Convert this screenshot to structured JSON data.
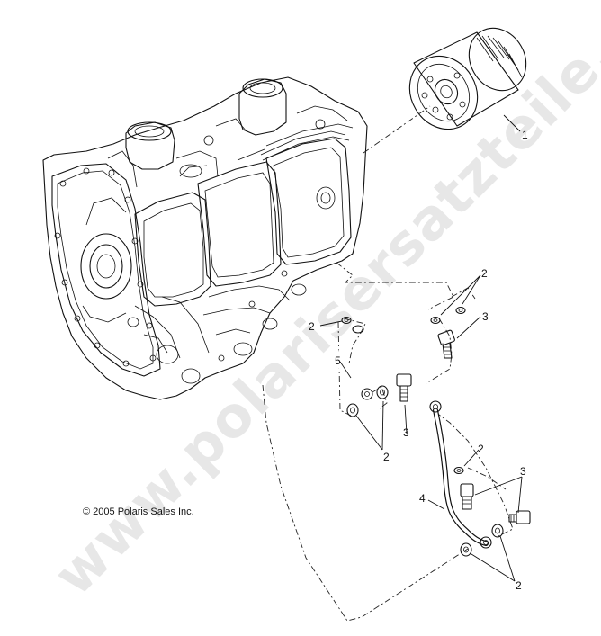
{
  "copyright": "© 2005 Polaris Sales Inc.",
  "watermark": "www.polarisersatzteile.de",
  "callouts": {
    "c1": "1",
    "c2a": "2",
    "c2b": "2",
    "c2c": "2",
    "c2d": "2",
    "c2e": "2",
    "c3a": "3",
    "c3b": "3",
    "c3c": "3",
    "c4": "4",
    "c5": "5"
  }
}
